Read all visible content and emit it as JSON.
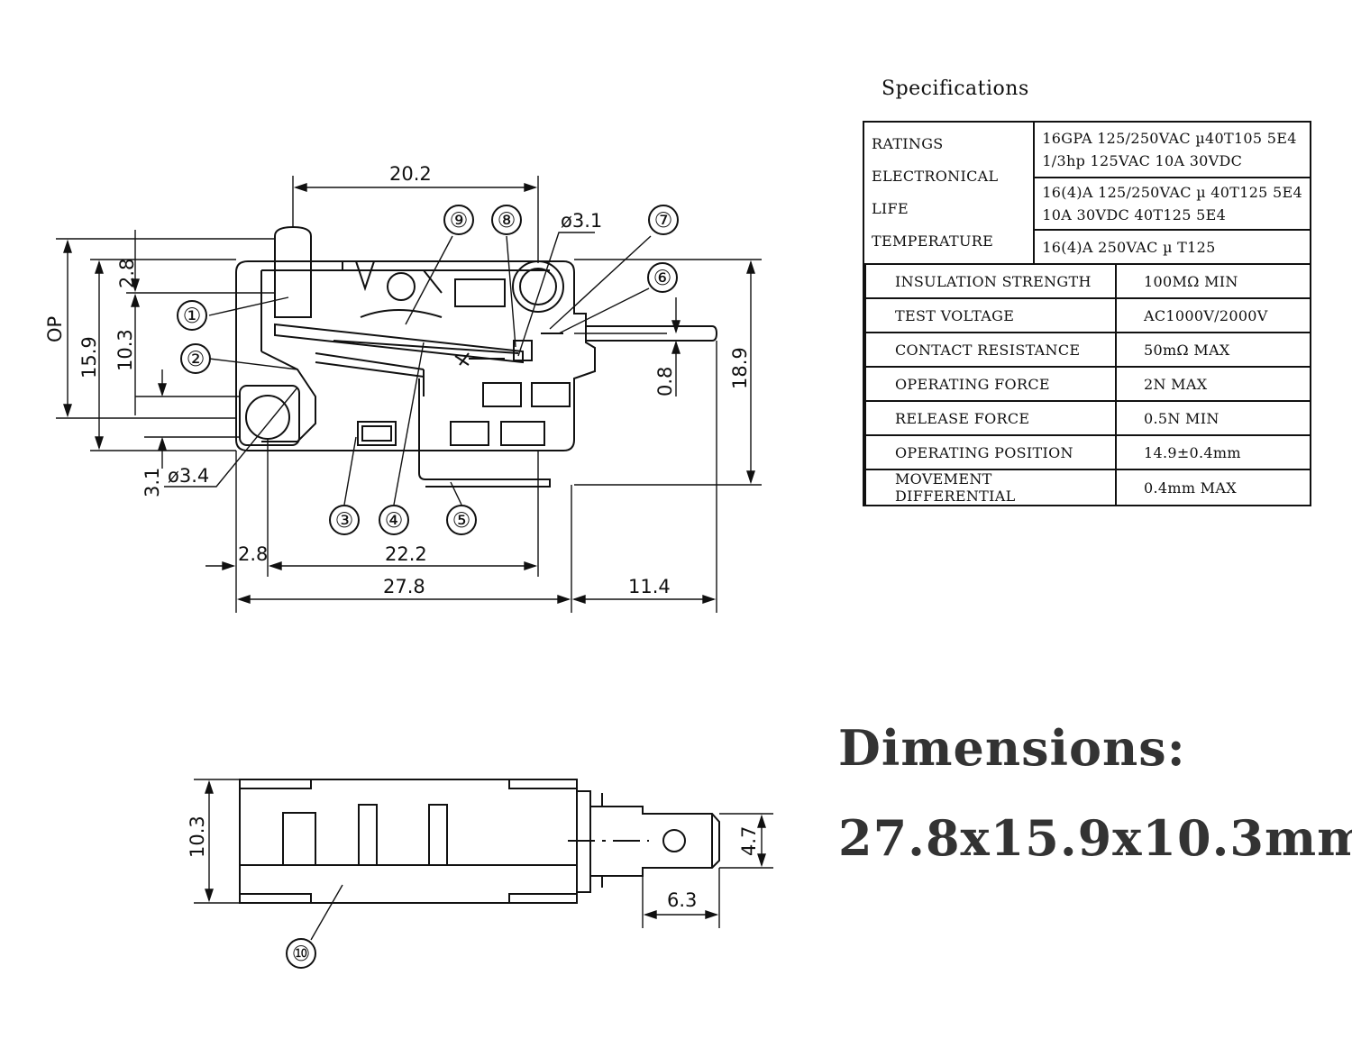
{
  "specifications": {
    "title": "Specifications",
    "ratings_labels": [
      "RATINGS",
      "ELECTRONICAL LIFE",
      "TEMPERATURE"
    ],
    "ratings_lines": [
      "16GPA 125/250VAC µ40T105 5E4",
      "1/3hp 125VAC  10A 30VDC",
      "16(4)A 125/250VAC µ 40T125 5E4",
      "10A 30VDC 40T125 5E4",
      "16(4)A 250VAC µ T125"
    ],
    "rows": [
      {
        "label": "INSULATION STRENGTH",
        "value": "100MΩ MIN"
      },
      {
        "label": "TEST VOLTAGE",
        "value": "AC1000V/2000V"
      },
      {
        "label": "CONTACT RESISTANCE",
        "value": "50mΩ MAX"
      },
      {
        "label": "OPERATING FORCE",
        "value": "2N MAX"
      },
      {
        "label": "RELEASE FORCE",
        "value": "0.5N MIN"
      },
      {
        "label": "OPERATING POSITION",
        "value": "14.9±0.4mm"
      },
      {
        "label": "MOVEMENT DIFFERENTIAL",
        "value": "0.4mm MAX"
      }
    ]
  },
  "dimensions_heading": "Dimensions:",
  "dimensions_value": "27.8x15.9x10.3mm",
  "drawing": {
    "dims": {
      "top_width": "20.2",
      "hole_top_dia": "ø3.1",
      "dim_2_8_vertical": "2.8",
      "dim_10_3_vertical": "10.3",
      "dim_15_9": "15.9",
      "op_label": "OP",
      "dim_0_8": "0.8",
      "dim_18_9": "18.9",
      "dim_3_1": "3.1",
      "hole_bottom_dia": "ø3.4",
      "dim_2_8_horizontal": "2.8",
      "dim_22_2": "22.2",
      "dim_27_8": "27.8",
      "dim_11_4": "11.4",
      "side_height": "10.3",
      "terminal_width": "4.7",
      "terminal_length": "6.3"
    },
    "callouts": [
      "①",
      "②",
      "③",
      "④",
      "⑤",
      "⑥",
      "⑦",
      "⑧",
      "⑨",
      "⑩"
    ]
  }
}
